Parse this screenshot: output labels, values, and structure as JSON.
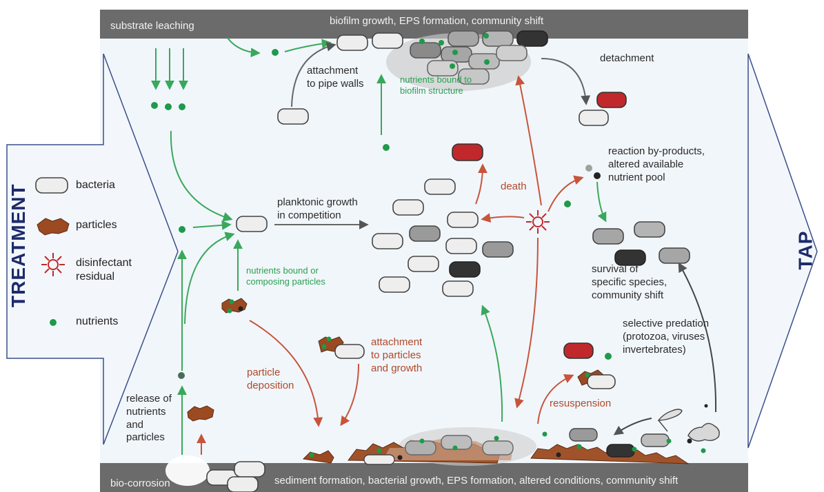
{
  "top_band": {
    "left_label": "substrate leaching",
    "center_label": "biofilm growth,  EPS formation, community shift"
  },
  "bottom_band": {
    "left_label": "bio-corrosion",
    "center_label": "sediment formation, bacterial growth, EPS formation, altered conditions, community shift"
  },
  "side_labels": {
    "left": "TREATMENT",
    "right": "TAP"
  },
  "legend": {
    "bacteria": "bacteria",
    "particles": "particles",
    "disinfectant_line1": "disinfectant",
    "disinfectant_line2": "residual",
    "nutrients": "nutrients"
  },
  "labels": {
    "attachment_walls_1": "attachment",
    "attachment_walls_2": "to pipe walls",
    "nutrients_biofilm_1": "nutrients bound to",
    "nutrients_biofilm_2": "biofilm structure",
    "detachment": "detachment",
    "reaction_1": "reaction by-products,",
    "reaction_2": "altered available",
    "reaction_3": "nutrient pool",
    "death": "death",
    "planktonic_1": "planktonic growth",
    "planktonic_2": "in competition",
    "nutrients_particles_1": "nutrients bound or",
    "nutrients_particles_2": "composing particles",
    "survival_1": "survival of",
    "survival_2": "specific species,",
    "survival_3": "community shift",
    "attach_particles_1": "attachment",
    "attach_particles_2": "to particles",
    "attach_particles_3": "and growth",
    "deposition_1": "particle",
    "deposition_2": "deposition",
    "predation_1": "selective predation",
    "predation_2": "(protozoa, viruses",
    "predation_3": "invertebrates)",
    "resuspension": "resuspension",
    "release_1": "release of",
    "release_2": "nutrients",
    "release_3": "and",
    "release_4": "particles"
  },
  "colors": {
    "band": "#6b6b6b",
    "pipe_bg": "#f1f6fb",
    "arrow_outline": "#3a4f8a",
    "nutrient": "#1e9a4a",
    "particle": "#9c4a22",
    "death_cell": "#c0282b",
    "green_arrow": "#39a85a",
    "red_arrow": "#c8543a",
    "grey_arrow": "#666666"
  }
}
